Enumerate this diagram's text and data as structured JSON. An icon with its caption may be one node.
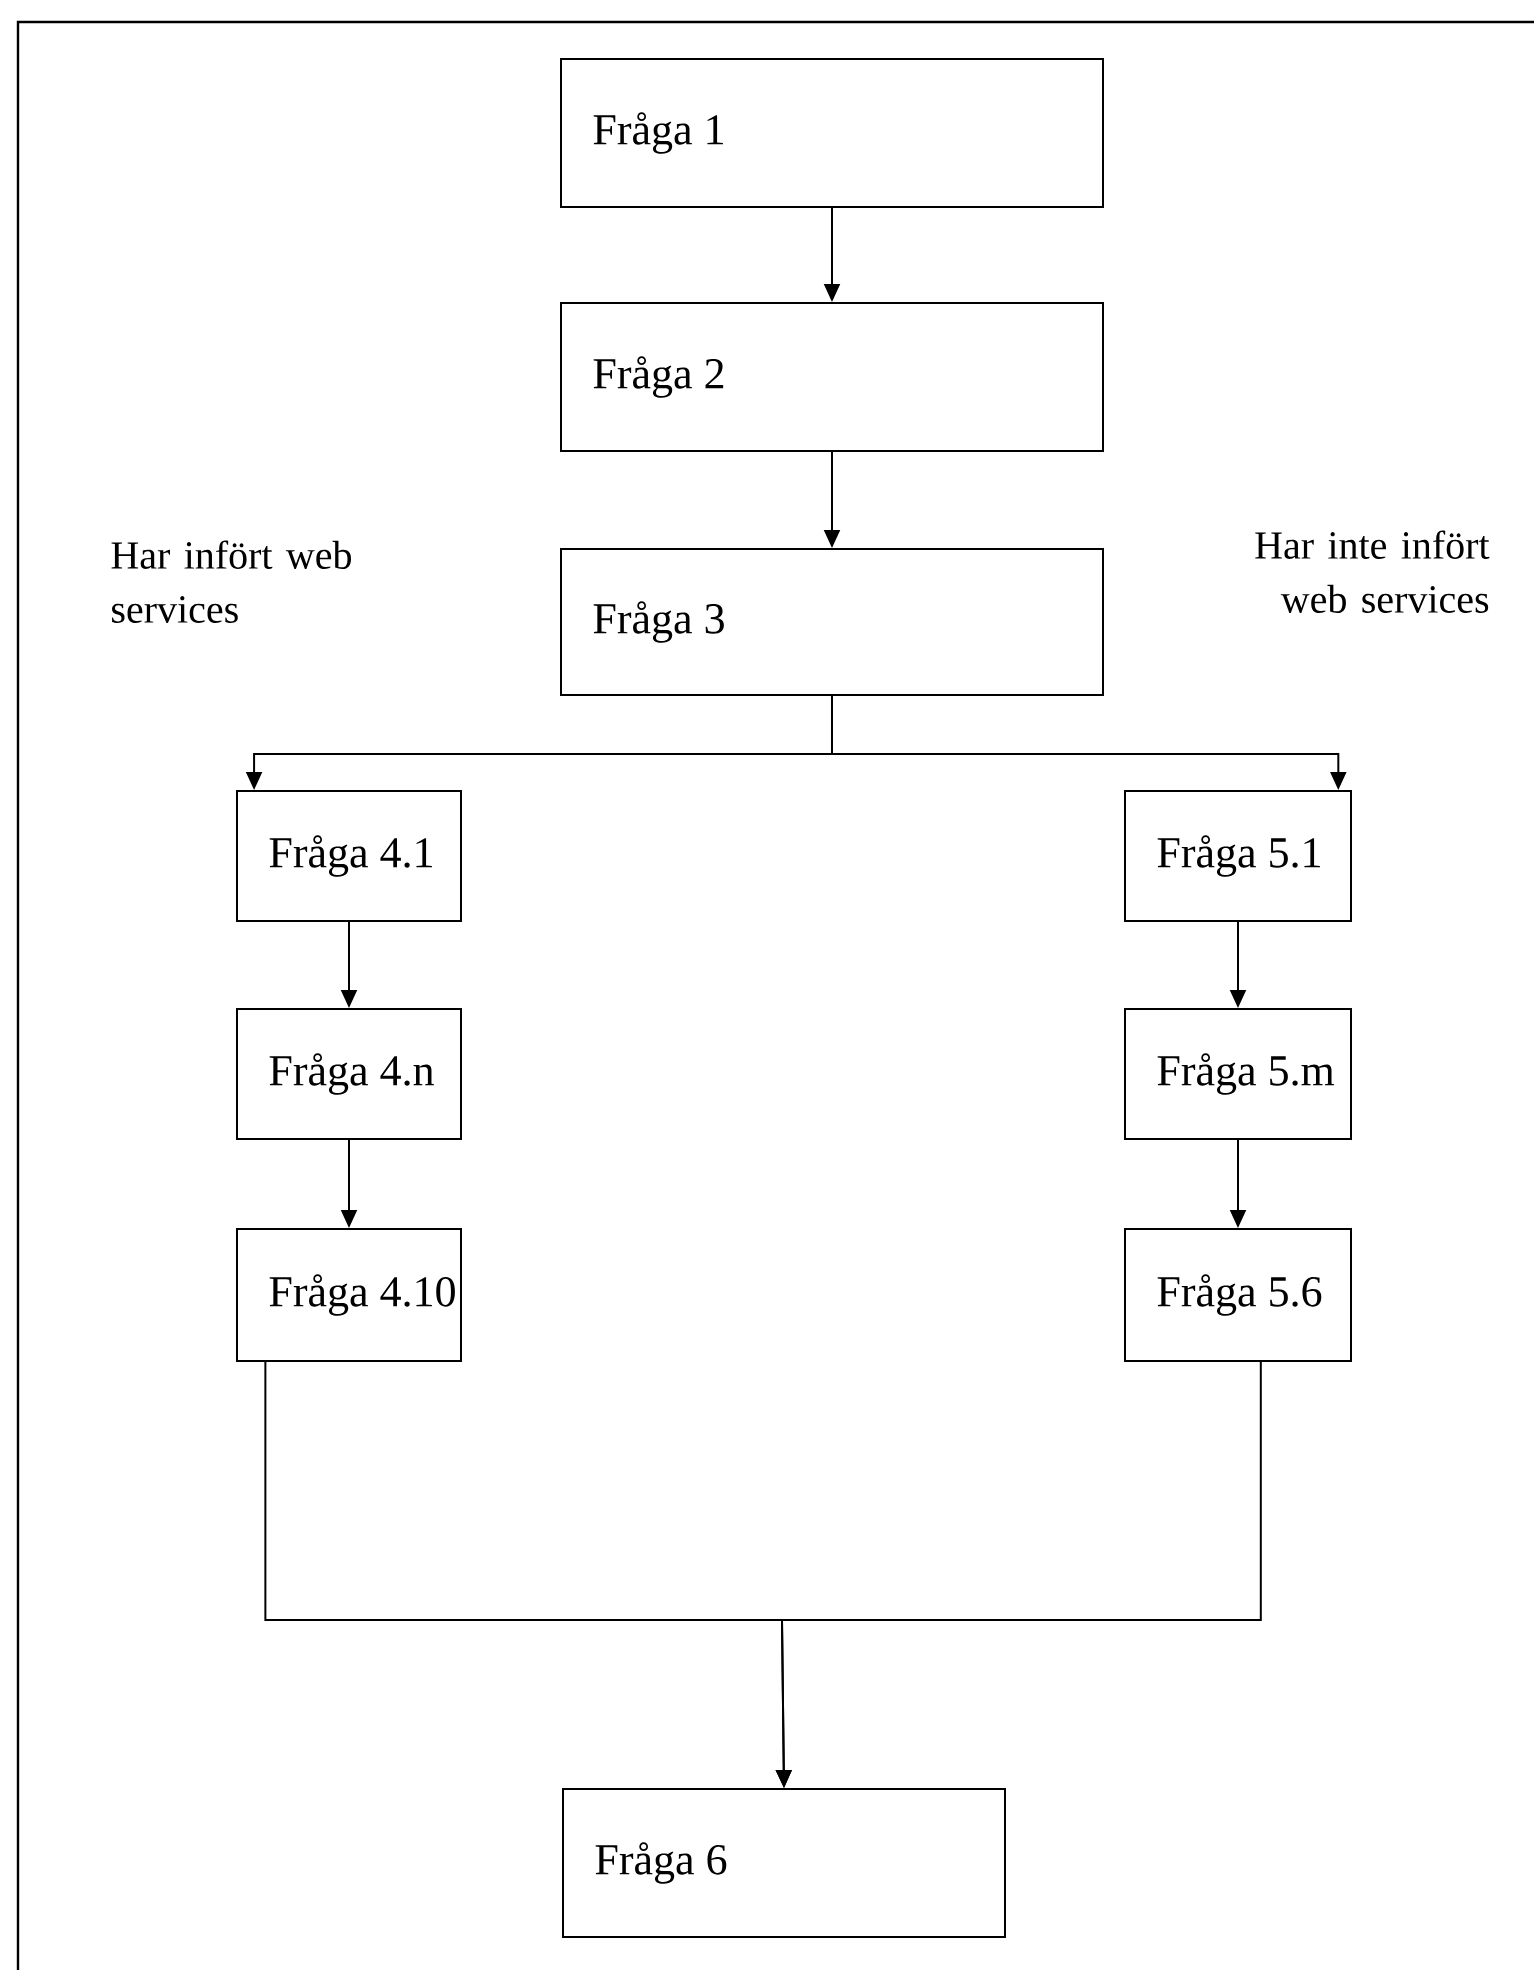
{
  "diagram": {
    "nodes": [
      {
        "text": [
          "Fråga 1"
        ]
      },
      {
        "text": [
          "Fråga 2"
        ]
      },
      {
        "text": [
          "Fråga 3"
        ]
      },
      {
        "text": [
          "Fråga 4.1"
        ]
      },
      {
        "text": [
          "Fråga 4.n"
        ]
      },
      {
        "text": [
          "Fråga 4.10"
        ]
      },
      {
        "text": [
          "Fråga 5.1"
        ]
      },
      {
        "text": [
          "Fråga 5.m"
        ]
      },
      {
        "text": [
          "Fråga 5.6"
        ]
      },
      {
        "text": [
          "Fråga 6"
        ]
      }
    ],
    "edges": [
      {
        "from": 0,
        "to": 1,
        "arrow": "to"
      },
      {
        "from": 1,
        "to": 2,
        "arrow": "to"
      },
      {
        "from": 2,
        "to": 3,
        "arrow": "to"
      },
      {
        "from": 2,
        "to": 6,
        "arrow": "to"
      },
      {
        "from": 3,
        "to": 4,
        "arrow": "to"
      },
      {
        "from": 4,
        "to": 5,
        "arrow": "to"
      },
      {
        "from": 6,
        "to": 7,
        "arrow": "to"
      },
      {
        "from": 7,
        "to": 8,
        "arrow": "to"
      },
      {
        "from": 5,
        "to": 9,
        "arrow": "to"
      },
      {
        "from": 8,
        "to": 9,
        "arrow": "to"
      }
    ],
    "labels": [
      "Har infört web services",
      "Har inte infört web services"
    ]
  }
}
